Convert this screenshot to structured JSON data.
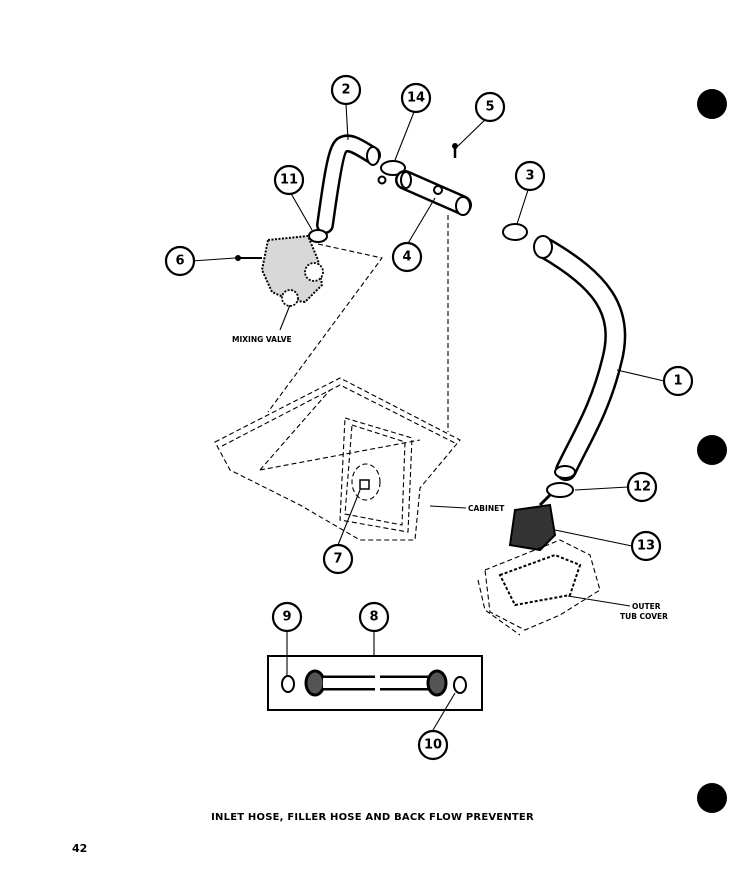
{
  "diagram": {
    "caption": "INLET HOSE, FILLER HOSE AND BACK FLOW PREVENTER",
    "page_number": "42",
    "labels": {
      "mixing_valve": "MIXING VALVE",
      "cabinet": "CABINET",
      "outer_tub_cover_line1": "OUTER",
      "outer_tub_cover_line2": "TUB COVER"
    },
    "callouts": [
      "1",
      "2",
      "3",
      "4",
      "5",
      "6",
      "7",
      "8",
      "9",
      "10",
      "11",
      "12",
      "13",
      "14"
    ]
  }
}
